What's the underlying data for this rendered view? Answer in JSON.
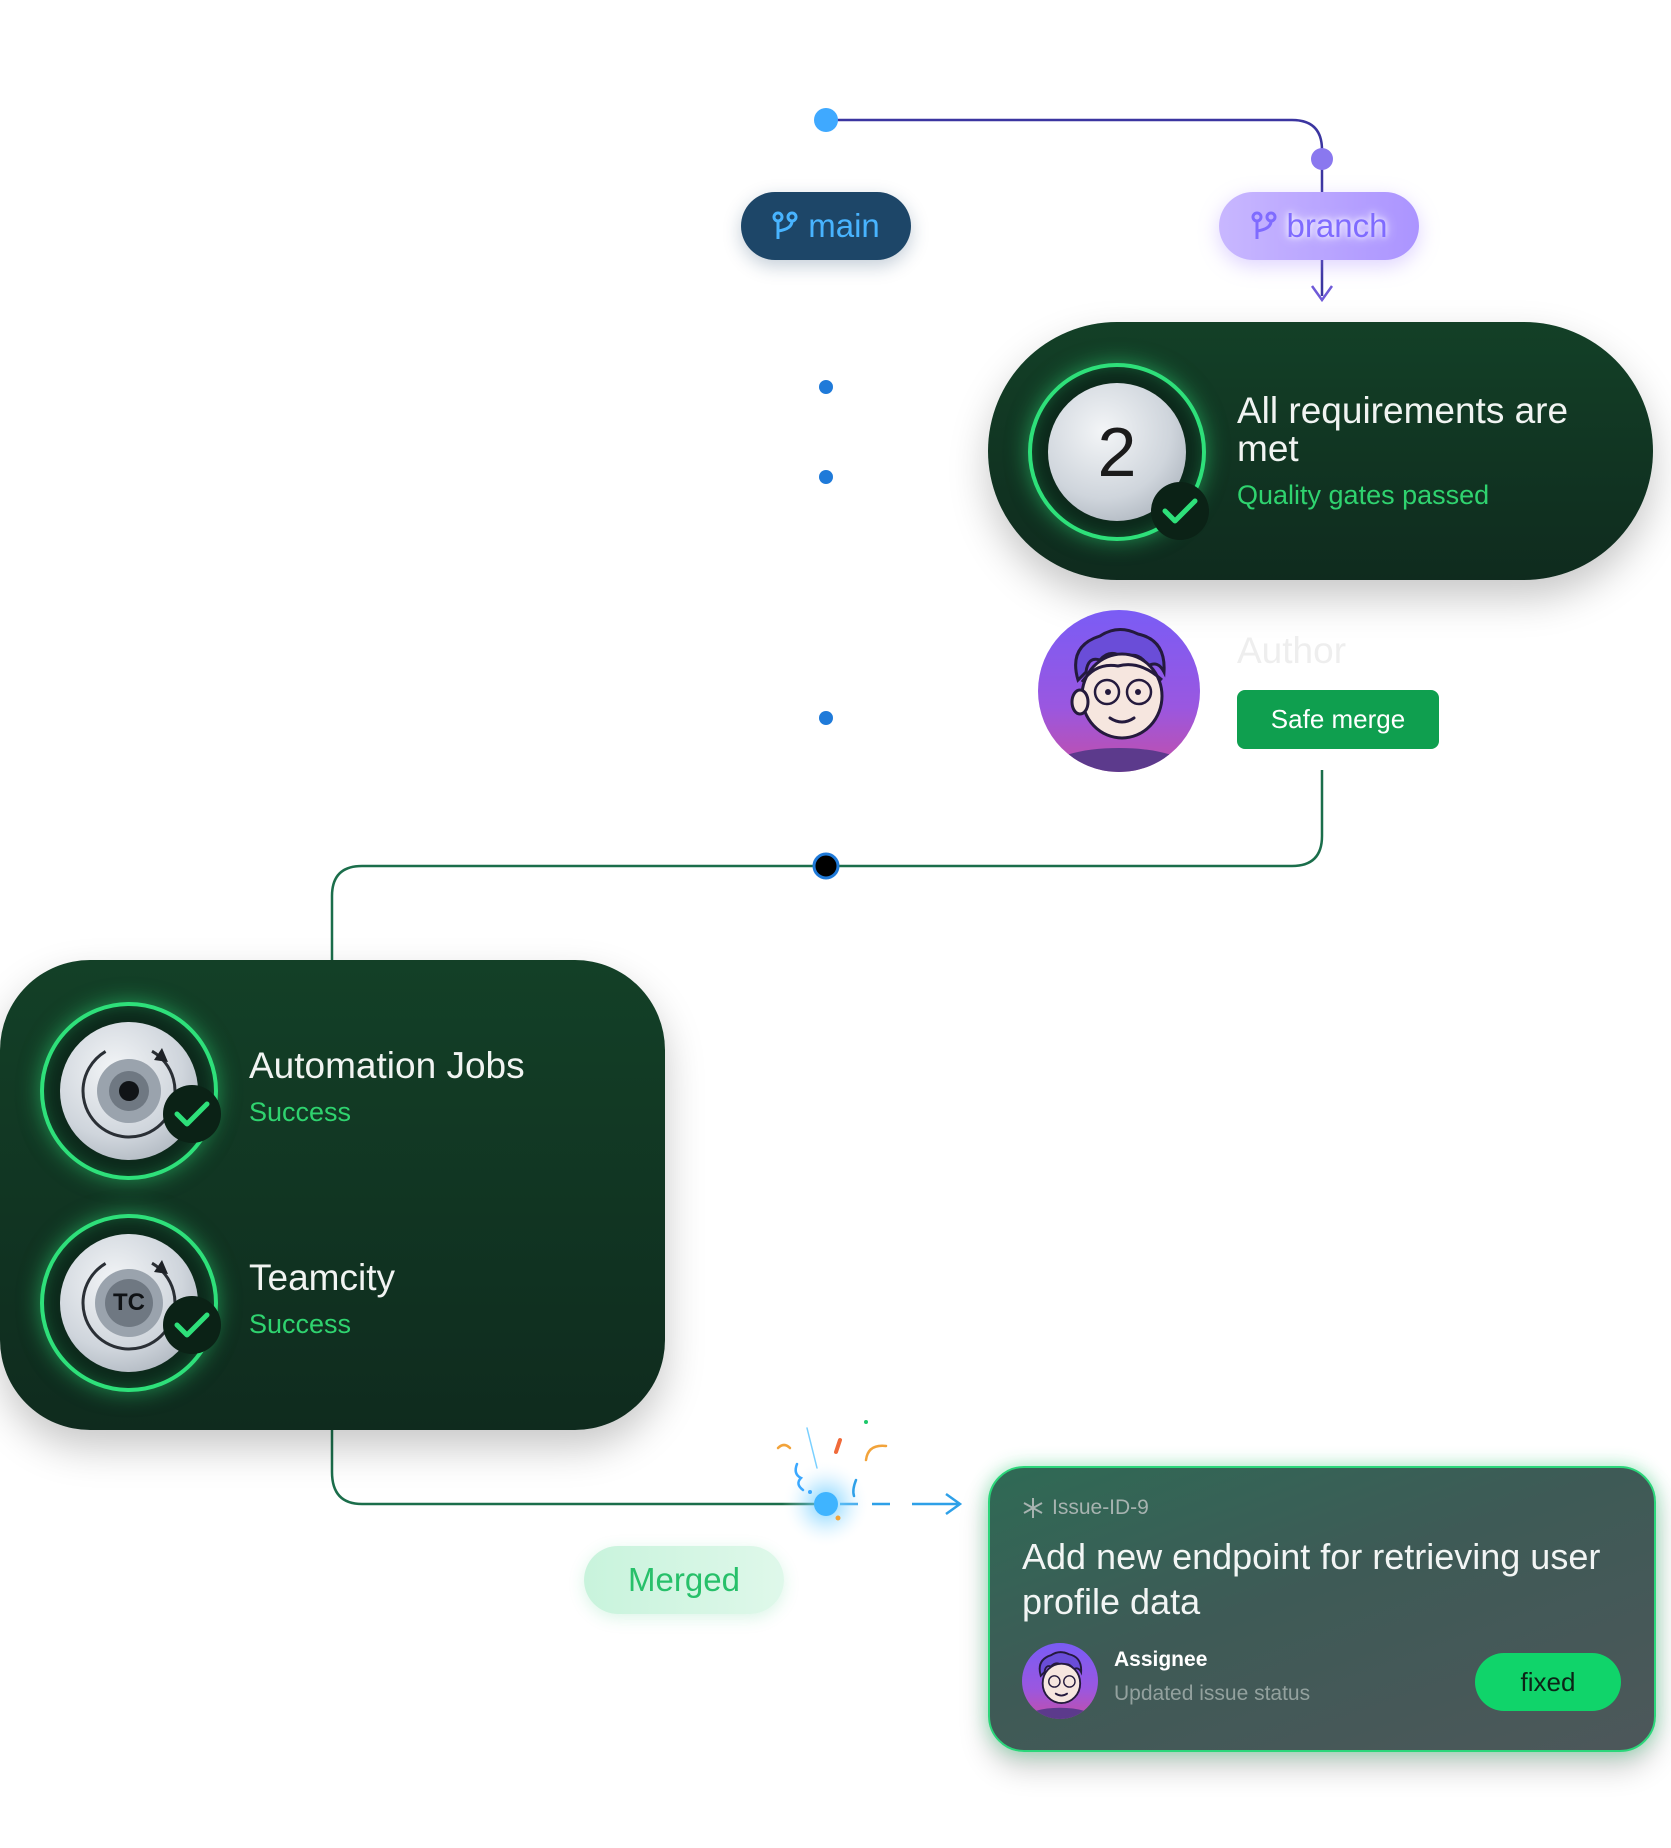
{
  "branches": {
    "main_label": "main",
    "branch_label": "branch"
  },
  "requirements": {
    "count": "2",
    "title": "All requirements are met",
    "subtitle": "Quality gates passed"
  },
  "author": {
    "label": "Author",
    "button_label": "Safe merge"
  },
  "checks": [
    {
      "title": "Automation Jobs",
      "status": "Success",
      "icon": "automation-jobs-icon"
    },
    {
      "title": "Teamcity",
      "status": "Success",
      "icon": "teamcity-icon",
      "icon_text": "TC"
    }
  ],
  "merged_label": "Merged",
  "issue": {
    "id": "Issue-ID-9",
    "title": "Add new endpoint for retrieving user profile data",
    "assignee_label": "Assignee",
    "assignee_status": "Updated issue status",
    "status_button": "fixed"
  },
  "colors": {
    "main_line": "#1f7ad9",
    "branch_line": "#6f5ad8",
    "merge_line": "#1b6e4b",
    "success": "#2ee07a",
    "card_dark": "#113322"
  }
}
